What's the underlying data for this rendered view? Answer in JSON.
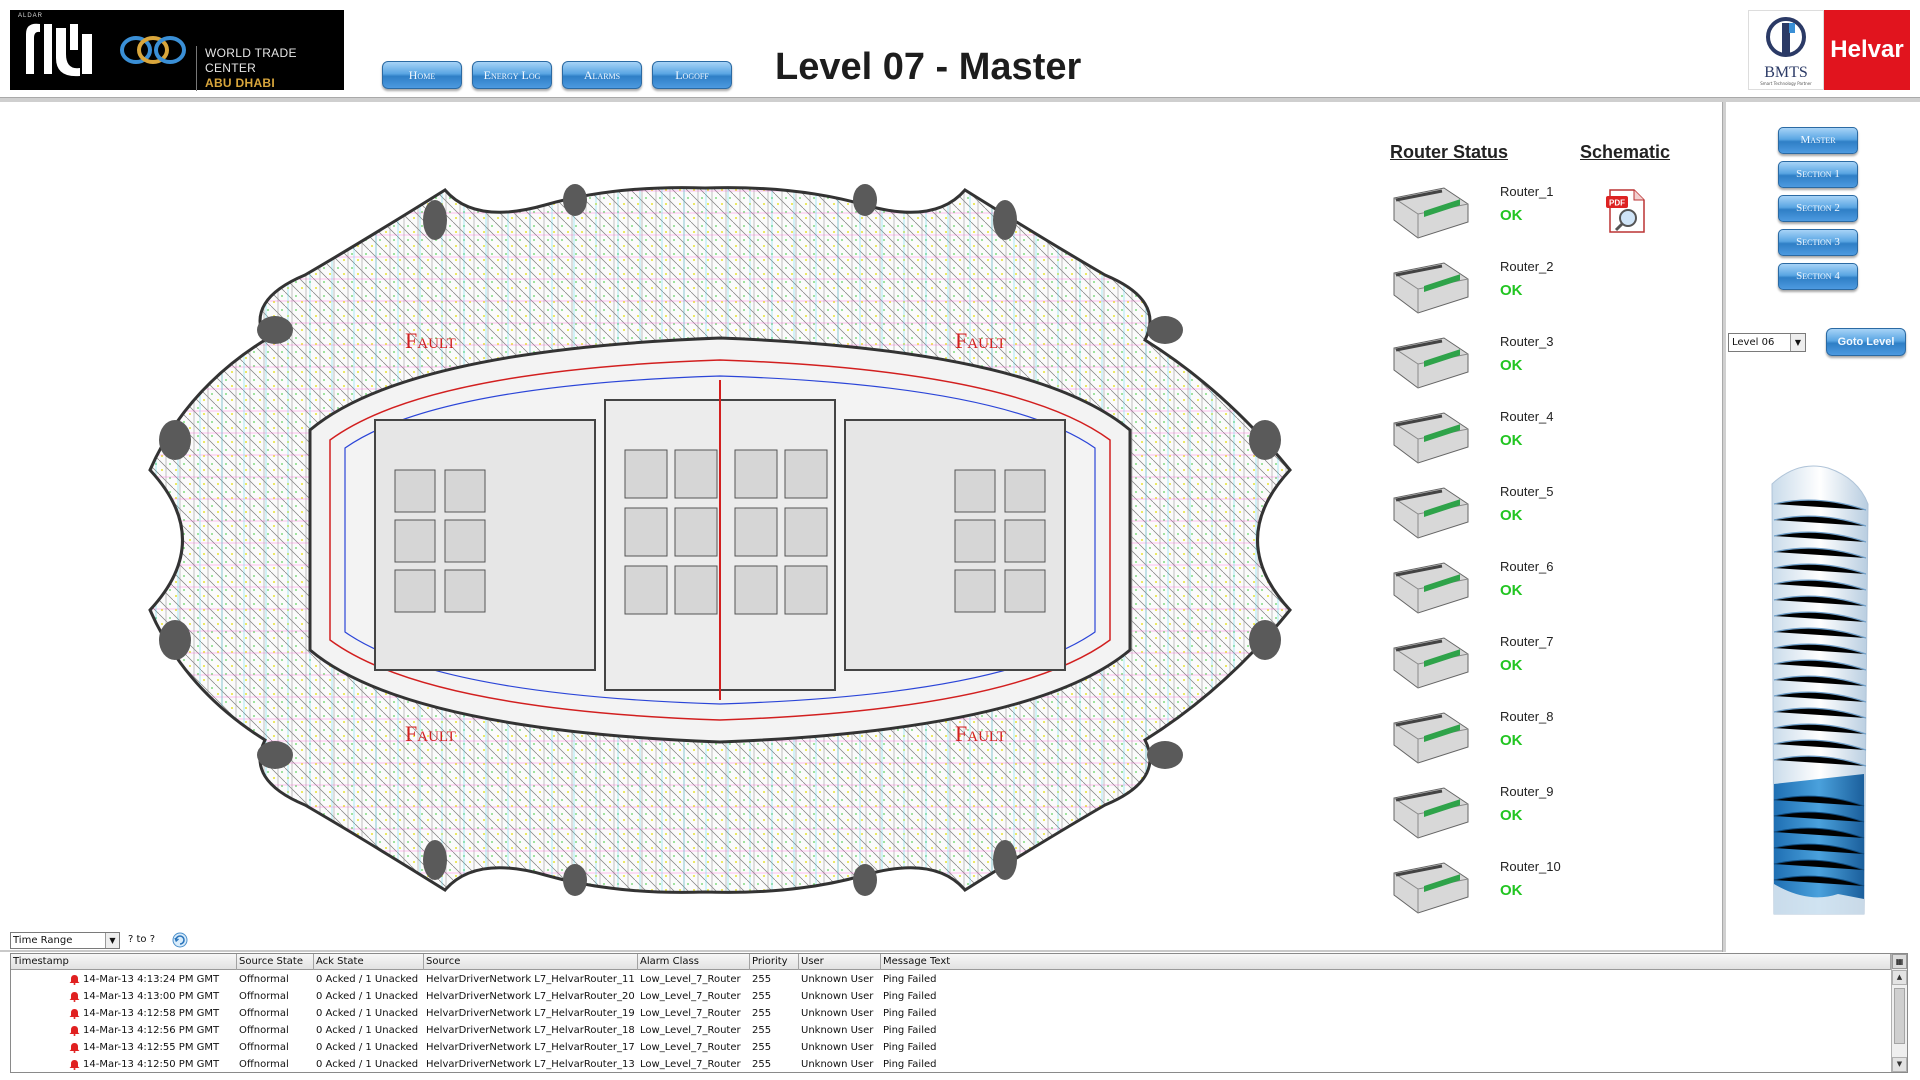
{
  "header": {
    "aldar_small": "ALDAR",
    "wtc_line1": "WORLD TRADE CENTER",
    "wtc_line2": "ABU DHABI",
    "bmts_label": "BMTS",
    "bmts_tagline": "Smart Technology Partner",
    "helvar_label": "Helvar",
    "page_title": "Level 07 - Master",
    "nav": [
      "Home",
      "Energy Log",
      "Alarms",
      "Logoff"
    ]
  },
  "floorplan": {
    "fault_labels": [
      "Fault",
      "Fault",
      "Fault",
      "Fault"
    ]
  },
  "routers": {
    "status_heading": "Router Status",
    "schematic_heading": "Schematic",
    "items": [
      {
        "name": "Router_1",
        "status": "OK"
      },
      {
        "name": "Router_2",
        "status": "OK"
      },
      {
        "name": "Router_3",
        "status": "OK"
      },
      {
        "name": "Router_4",
        "status": "OK"
      },
      {
        "name": "Router_5",
        "status": "OK"
      },
      {
        "name": "Router_6",
        "status": "OK"
      },
      {
        "name": "Router_7",
        "status": "OK"
      },
      {
        "name": "Router_8",
        "status": "OK"
      },
      {
        "name": "Router_9",
        "status": "OK"
      },
      {
        "name": "Router_10",
        "status": "OK"
      }
    ]
  },
  "side_panel": {
    "sections": [
      "Master",
      "Section 1",
      "Section 2",
      "Section 3",
      "Section 4"
    ],
    "level_select_value": "Level 06",
    "goto_label": "Goto Level"
  },
  "alarms": {
    "time_range_value": "Time Range",
    "range_text": "? to ?",
    "columns": [
      "Timestamp",
      "Source State",
      "Ack State",
      "Source",
      "Alarm Class",
      "Priority",
      "User",
      "Message Text"
    ],
    "rows": [
      [
        "14-Mar-13 4:13:24 PM GMT",
        "Offnormal",
        "0 Acked / 1 Unacked",
        "HelvarDriverNetwork L7_HelvarRouter_11",
        "Low_Level_7_Router",
        "255",
        "Unknown User",
        "Ping Failed"
      ],
      [
        "14-Mar-13 4:13:00 PM GMT",
        "Offnormal",
        "0 Acked / 1 Unacked",
        "HelvarDriverNetwork L7_HelvarRouter_20",
        "Low_Level_7_Router",
        "255",
        "Unknown User",
        "Ping Failed"
      ],
      [
        "14-Mar-13 4:12:58 PM GMT",
        "Offnormal",
        "0 Acked / 1 Unacked",
        "HelvarDriverNetwork L7_HelvarRouter_19",
        "Low_Level_7_Router",
        "255",
        "Unknown User",
        "Ping Failed"
      ],
      [
        "14-Mar-13 4:12:56 PM GMT",
        "Offnormal",
        "0 Acked / 1 Unacked",
        "HelvarDriverNetwork L7_HelvarRouter_18",
        "Low_Level_7_Router",
        "255",
        "Unknown User",
        "Ping Failed"
      ],
      [
        "14-Mar-13 4:12:55 PM GMT",
        "Offnormal",
        "0 Acked / 1 Unacked",
        "HelvarDriverNetwork L7_HelvarRouter_17",
        "Low_Level_7_Router",
        "255",
        "Unknown User",
        "Ping Failed"
      ],
      [
        "14-Mar-13 4:12:50 PM GMT",
        "Offnormal",
        "0 Acked / 1 Unacked",
        "HelvarDriverNetwork L7_HelvarRouter_13",
        "Low_Level_7_Router",
        "255",
        "Unknown User",
        "Ping Failed"
      ]
    ]
  },
  "colors": {
    "ok_green": "#22c522",
    "fault_red": "#d21f1f",
    "button_blue": "#3f8fd8",
    "helvar_red": "#e1141e"
  },
  "icons": {
    "bell": "alarm-bell-icon",
    "refresh": "refresh-icon",
    "pdf": "pdf-icon"
  }
}
